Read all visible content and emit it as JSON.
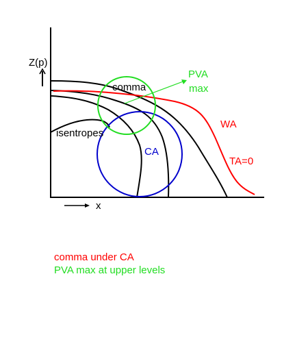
{
  "diagram": {
    "y_axis_label": "Z(p)",
    "x_axis_label": "x",
    "labels": {
      "comma": "comma",
      "pva_line1": "PVA",
      "pva_line2": "max",
      "wa": "WA",
      "isentropes": "isentropes",
      "ca": "CA",
      "ta": "TA=0"
    },
    "colors": {
      "axes": "#000000",
      "isentropes": "#000000",
      "warm_air": "#ff0000",
      "comma_circle": "#22dd22",
      "ca_circle": "#0000cc"
    }
  },
  "captions": {
    "line1": "comma under CA",
    "line2": "PVA max at upper levels",
    "line1_color": "#ff0000",
    "line2_color": "#22dd22"
  }
}
